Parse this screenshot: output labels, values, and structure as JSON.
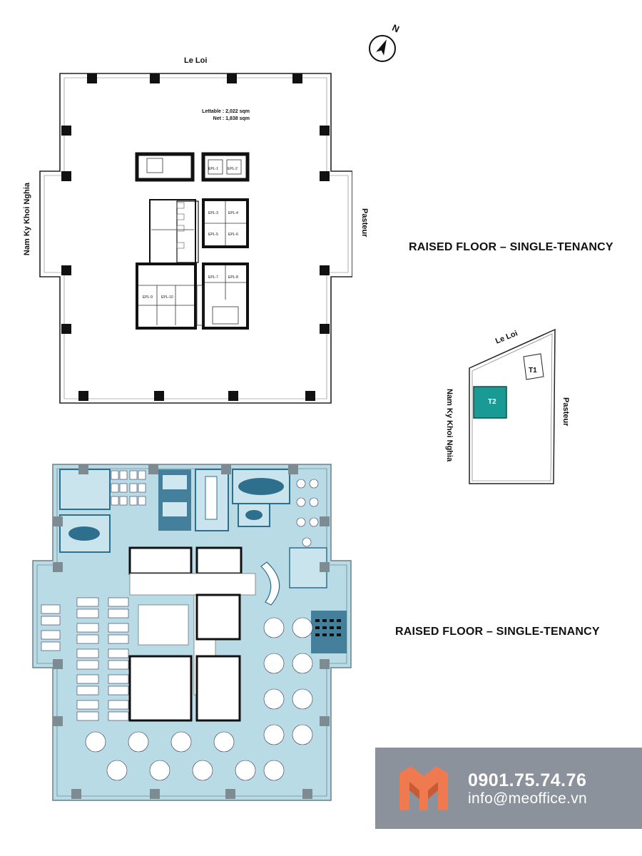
{
  "compass": {
    "north_label": "N"
  },
  "floor_plan_top": {
    "street_top": "Le Loi",
    "street_left": "Nam Ky Khoi Nghia",
    "street_right": "Pasteur",
    "lettable": "Lettable : 2,022 sqm",
    "net": "Net : 1,838 sqm",
    "caption": "RAISED FLOOR – SINGLE-TENANCY",
    "core_labels": [
      "EPL-1",
      "EPL-2",
      "EPL-3",
      "EPL-4",
      "EPL-5",
      "EPL-6",
      "EPL-7",
      "EPL-8",
      "EPL-9",
      "EPL-10"
    ]
  },
  "site_map": {
    "street_top": "Le Loi",
    "street_left": "Nam Ky Khoi Nghia",
    "street_right": "Pasteur",
    "tower_1": "T1",
    "tower_2": "T2",
    "highlight_color": "#1a9a95"
  },
  "floor_plan_bottom": {
    "caption": "RAISED FLOOR – SINGLE-TENANCY",
    "floor_color": "#b9dbe6",
    "room_color": "#2f6f8e"
  },
  "contact": {
    "phone": "0901.75.74.76",
    "email": "info@meoffice.vn",
    "logo_color": "#f07a4f"
  }
}
